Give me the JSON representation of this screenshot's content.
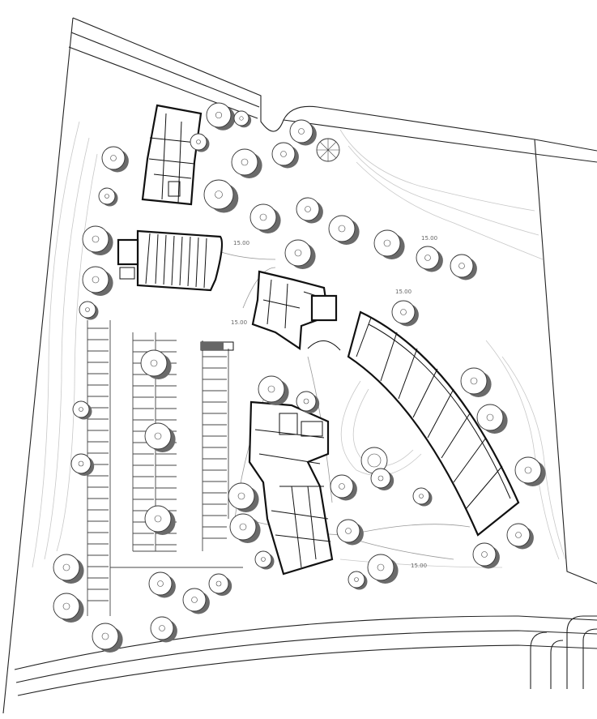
{
  "elevation_labels": [
    "15.00",
    "15.00",
    "15.00",
    "15.00",
    "15.00"
  ],
  "colors": {
    "line": "#111111",
    "contour": "#c8c8c8",
    "tree_shadow": "#6a6a6a",
    "background": "#ffffff"
  },
  "icons": [
    "tree-icon",
    "shrub-icon",
    "parking-stall",
    "building-outline"
  ]
}
